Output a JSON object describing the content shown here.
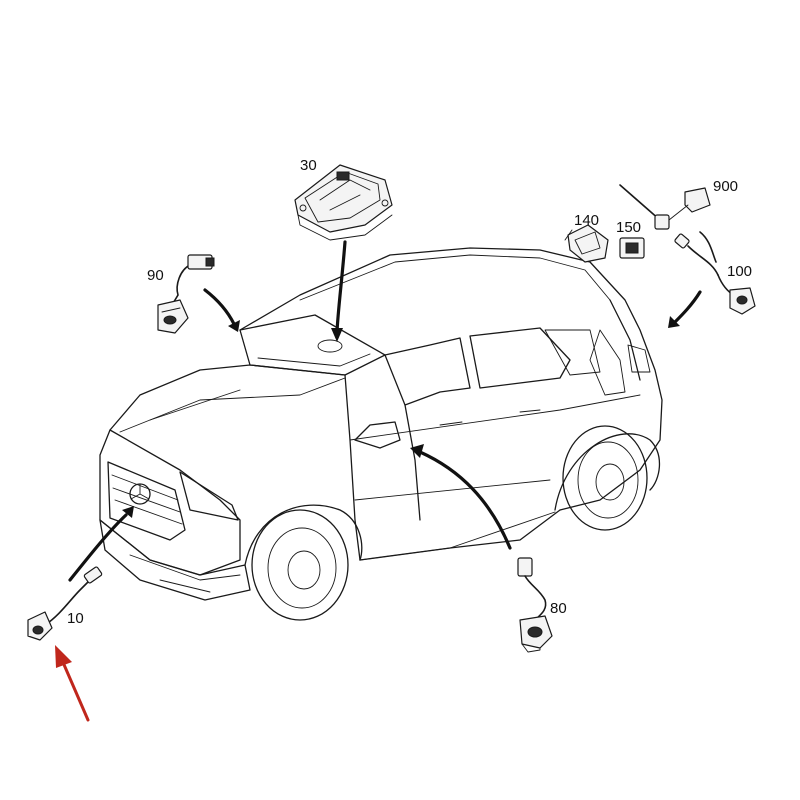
{
  "diagram": {
    "callouts": [
      {
        "id": "c10",
        "label": "10"
      },
      {
        "id": "c30",
        "label": "30"
      },
      {
        "id": "c80",
        "label": "80"
      },
      {
        "id": "c90",
        "label": "90"
      },
      {
        "id": "c100",
        "label": "100"
      },
      {
        "id": "c140",
        "label": "140"
      },
      {
        "id": "c150",
        "label": "150"
      },
      {
        "id": "c900",
        "label": "900"
      }
    ],
    "colors": {
      "line": "#1a1a1a",
      "highlight_arrow": "#c0271c",
      "background": "#ffffff"
    }
  }
}
